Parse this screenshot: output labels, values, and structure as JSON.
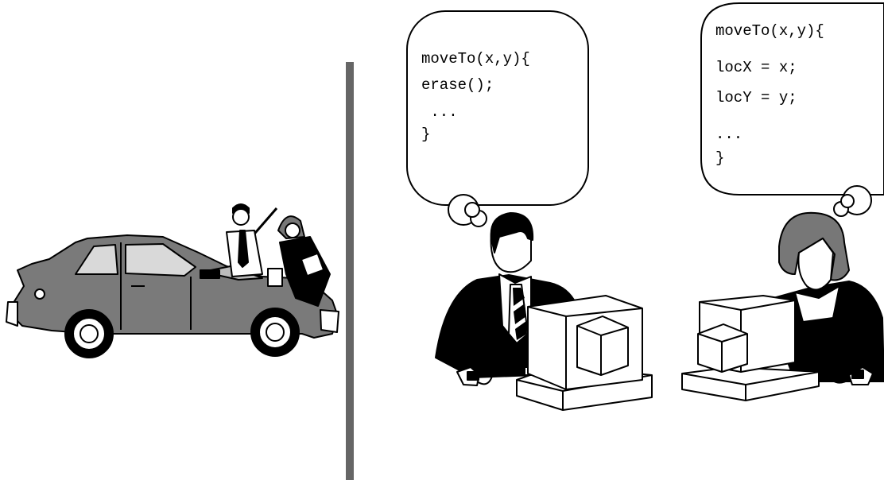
{
  "bubble_left": {
    "lines": [
      "moveTo(x,y){",
      "erase();",
      " ...",
      "}"
    ]
  },
  "bubble_right": {
    "lines": [
      "moveTo(x,y){",
      "locX = x;",
      "locY = y;",
      "...",
      "}"
    ]
  },
  "colors": {
    "divider": "#666666",
    "car_body": "#7a7a7a",
    "outline": "#000000",
    "monitor": "#ffffff"
  },
  "icons": [
    "car-with-mechanics-icon",
    "programmer-man-icon",
    "programmer-woman-icon",
    "computer-icon"
  ]
}
